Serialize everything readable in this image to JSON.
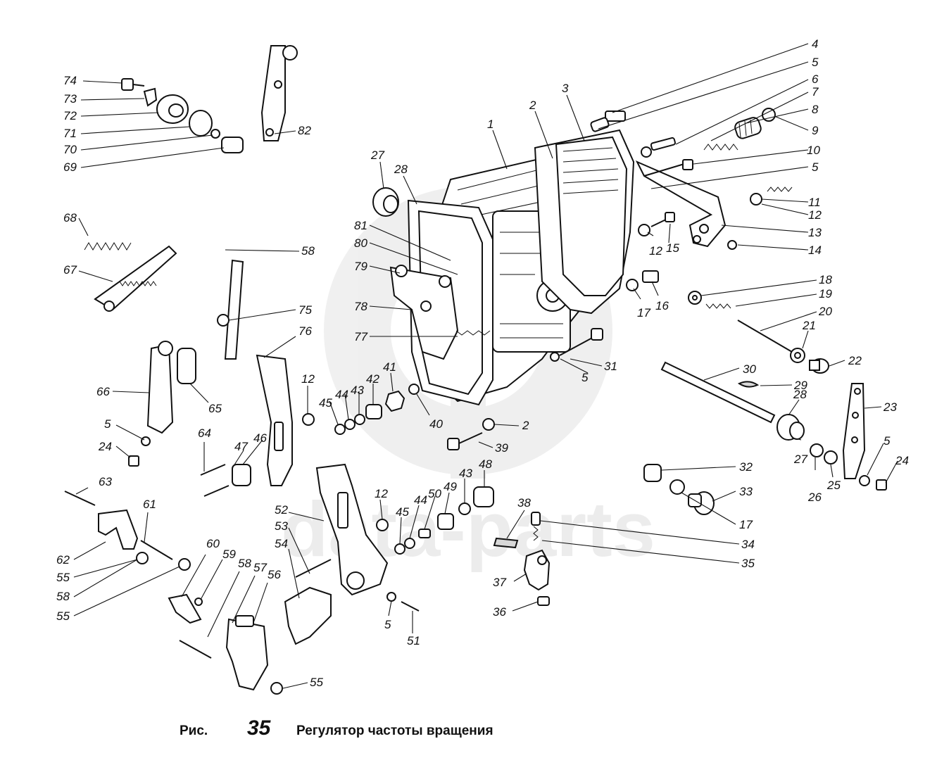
{
  "figure": {
    "prefix": "Рис.",
    "number": "35",
    "title": "Регулятор частоты вращения",
    "watermark": "data-parts"
  },
  "callouts": [
    {
      "id": "c4",
      "label": "4"
    },
    {
      "id": "c5a",
      "label": "5"
    },
    {
      "id": "c6",
      "label": "6"
    },
    {
      "id": "c7",
      "label": "7"
    },
    {
      "id": "c8",
      "label": "8"
    },
    {
      "id": "c9",
      "label": "9"
    },
    {
      "id": "c10",
      "label": "10"
    },
    {
      "id": "c5b",
      "label": "5"
    },
    {
      "id": "c11",
      "label": "11"
    },
    {
      "id": "c12a",
      "label": "12"
    },
    {
      "id": "c13",
      "label": "13"
    },
    {
      "id": "c14",
      "label": "14"
    },
    {
      "id": "c12b",
      "label": "12"
    },
    {
      "id": "c15",
      "label": "15"
    },
    {
      "id": "c17a",
      "label": "17"
    },
    {
      "id": "c16",
      "label": "16"
    },
    {
      "id": "c18",
      "label": "18"
    },
    {
      "id": "c19",
      "label": "19"
    },
    {
      "id": "c20",
      "label": "20"
    },
    {
      "id": "c21",
      "label": "21"
    },
    {
      "id": "c22",
      "label": "22"
    },
    {
      "id": "c1",
      "label": "1"
    },
    {
      "id": "c2a",
      "label": "2"
    },
    {
      "id": "c3",
      "label": "3"
    },
    {
      "id": "c27a",
      "label": "27"
    },
    {
      "id": "c28a",
      "label": "28"
    },
    {
      "id": "c81",
      "label": "81"
    },
    {
      "id": "c80",
      "label": "80"
    },
    {
      "id": "c79",
      "label": "79"
    },
    {
      "id": "c78",
      "label": "78"
    },
    {
      "id": "c77",
      "label": "77"
    },
    {
      "id": "c31",
      "label": "31"
    },
    {
      "id": "c5c",
      "label": "5"
    },
    {
      "id": "c30",
      "label": "30"
    },
    {
      "id": "c29",
      "label": "29"
    },
    {
      "id": "c28b",
      "label": "28"
    },
    {
      "id": "c23",
      "label": "23"
    },
    {
      "id": "c5d",
      "label": "5"
    },
    {
      "id": "c24a",
      "label": "24"
    },
    {
      "id": "c27b",
      "label": "27"
    },
    {
      "id": "c26",
      "label": "26"
    },
    {
      "id": "c25",
      "label": "25"
    },
    {
      "id": "c32",
      "label": "32"
    },
    {
      "id": "c33",
      "label": "33"
    },
    {
      "id": "c17b",
      "label": "17"
    },
    {
      "id": "c34",
      "label": "34"
    },
    {
      "id": "c35",
      "label": "35"
    },
    {
      "id": "c38",
      "label": "38"
    },
    {
      "id": "c37",
      "label": "37"
    },
    {
      "id": "c36",
      "label": "36"
    },
    {
      "id": "c74",
      "label": "74"
    },
    {
      "id": "c73",
      "label": "73"
    },
    {
      "id": "c72",
      "label": "72"
    },
    {
      "id": "c71",
      "label": "71"
    },
    {
      "id": "c70",
      "label": "70"
    },
    {
      "id": "c69",
      "label": "69"
    },
    {
      "id": "c82",
      "label": "82"
    },
    {
      "id": "c68",
      "label": "68"
    },
    {
      "id": "c67",
      "label": "67"
    },
    {
      "id": "c58a",
      "label": "58"
    },
    {
      "id": "c75",
      "label": "75"
    },
    {
      "id": "c76",
      "label": "76"
    },
    {
      "id": "c66",
      "label": "66"
    },
    {
      "id": "c65",
      "label": "65"
    },
    {
      "id": "c5e",
      "label": "5"
    },
    {
      "id": "c24b",
      "label": "24"
    },
    {
      "id": "c64",
      "label": "64"
    },
    {
      "id": "c47",
      "label": "47"
    },
    {
      "id": "c46",
      "label": "46"
    },
    {
      "id": "c12c",
      "label": "12"
    },
    {
      "id": "c45a",
      "label": "45"
    },
    {
      "id": "c44a",
      "label": "44"
    },
    {
      "id": "c43a",
      "label": "43"
    },
    {
      "id": "c42",
      "label": "42"
    },
    {
      "id": "c41",
      "label": "41"
    },
    {
      "id": "c40",
      "label": "40"
    },
    {
      "id": "c2b",
      "label": "2"
    },
    {
      "id": "c39",
      "label": "39"
    },
    {
      "id": "c63",
      "label": "63"
    },
    {
      "id": "c61",
      "label": "61"
    },
    {
      "id": "c62",
      "label": "62"
    },
    {
      "id": "c55a",
      "label": "55"
    },
    {
      "id": "c58b",
      "label": "58"
    },
    {
      "id": "c55b",
      "label": "55"
    },
    {
      "id": "c60",
      "label": "60"
    },
    {
      "id": "c59",
      "label": "59"
    },
    {
      "id": "c58c",
      "label": "58"
    },
    {
      "id": "c57",
      "label": "57"
    },
    {
      "id": "c56",
      "label": "56"
    },
    {
      "id": "c55c",
      "label": "55"
    },
    {
      "id": "c52",
      "label": "52"
    },
    {
      "id": "c53",
      "label": "53"
    },
    {
      "id": "c54",
      "label": "54"
    },
    {
      "id": "c12d",
      "label": "12"
    },
    {
      "id": "c45b",
      "label": "45"
    },
    {
      "id": "c44b",
      "label": "44"
    },
    {
      "id": "c50",
      "label": "50"
    },
    {
      "id": "c49",
      "label": "49"
    },
    {
      "id": "c43b",
      "label": "43"
    },
    {
      "id": "c48",
      "label": "48"
    },
    {
      "id": "c5f",
      "label": "5"
    },
    {
      "id": "c51",
      "label": "51"
    }
  ]
}
